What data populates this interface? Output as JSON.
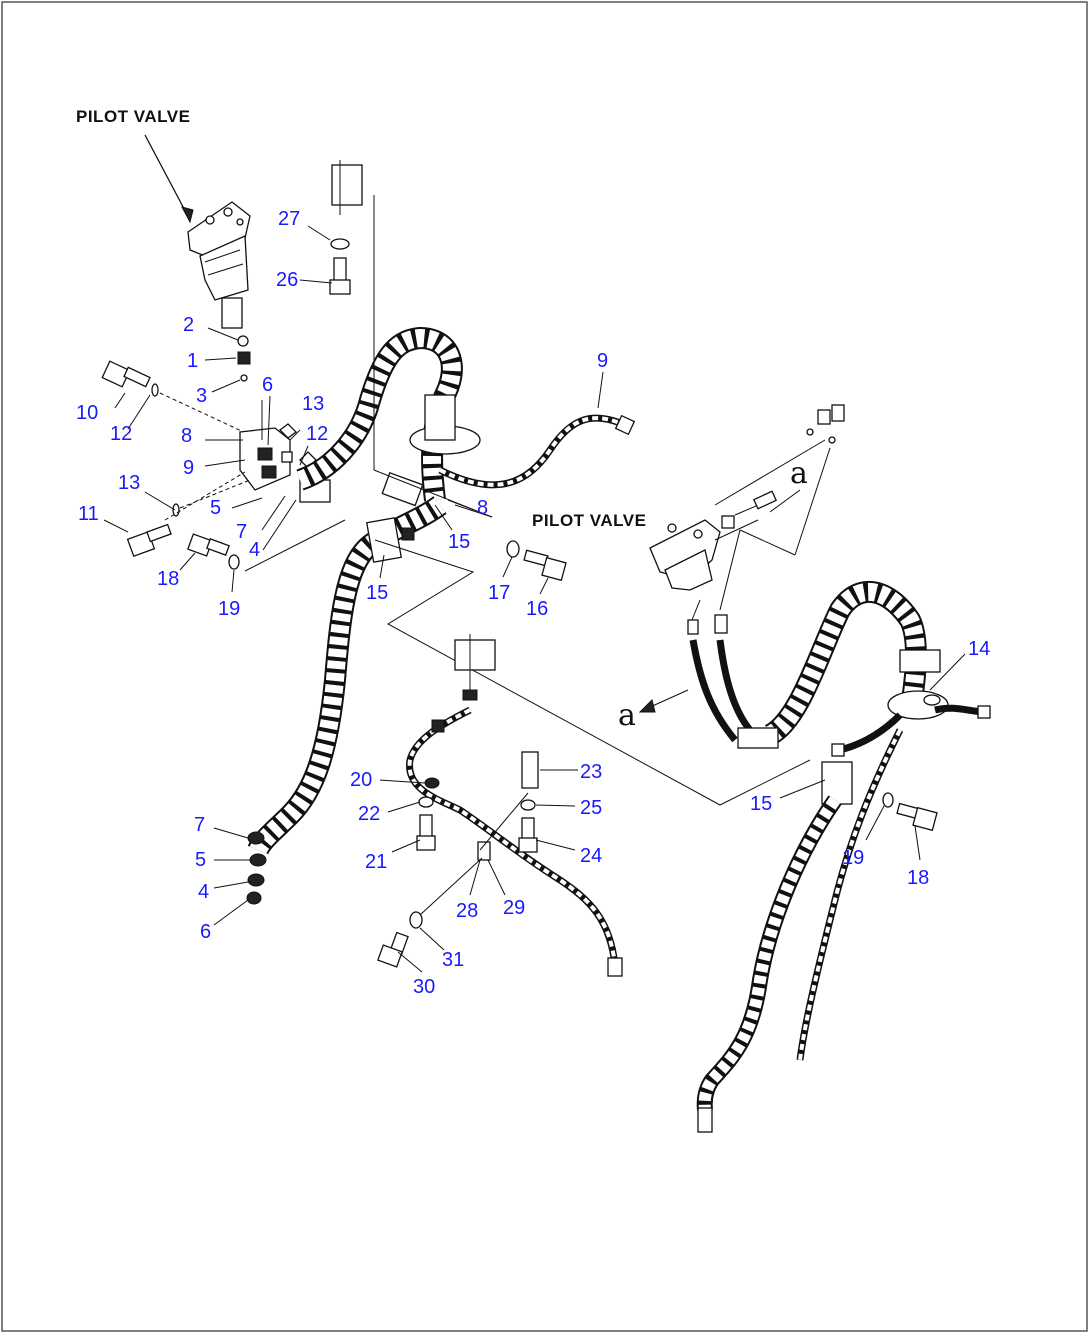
{
  "labels": {
    "pilot_valve_left": "PILOT VALVE",
    "pilot_valve_right": "PILOT VALVE",
    "ref_a_upper": "a",
    "ref_a_lower": "a"
  },
  "callouts": {
    "c1": "1",
    "c2": "2",
    "c3": "3",
    "c4a": "4",
    "c4b": "4",
    "c5a": "5",
    "c5b": "5",
    "c6a": "6",
    "c6b": "6",
    "c7a": "7",
    "c7b": "7",
    "c8a": "8",
    "c8b": "8",
    "c9a": "9",
    "c9b": "9",
    "c10": "10",
    "c11": "11",
    "c12a": "12",
    "c12b": "12",
    "c13a": "13",
    "c13b": "13",
    "c14": "14",
    "c15a": "15",
    "c15b": "15",
    "c15c": "15",
    "c16": "16",
    "c17": "17",
    "c18a": "18",
    "c18b": "18",
    "c19a": "19",
    "c19b": "19",
    "c20": "20",
    "c21": "21",
    "c22": "22",
    "c23": "23",
    "c24": "24",
    "c25": "25",
    "c26": "26",
    "c27": "27",
    "c28": "28",
    "c29": "29",
    "c30": "30",
    "c31": "31"
  },
  "colors": {
    "callout": "#1a1aff",
    "line": "#111111",
    "frame": "#555555"
  }
}
